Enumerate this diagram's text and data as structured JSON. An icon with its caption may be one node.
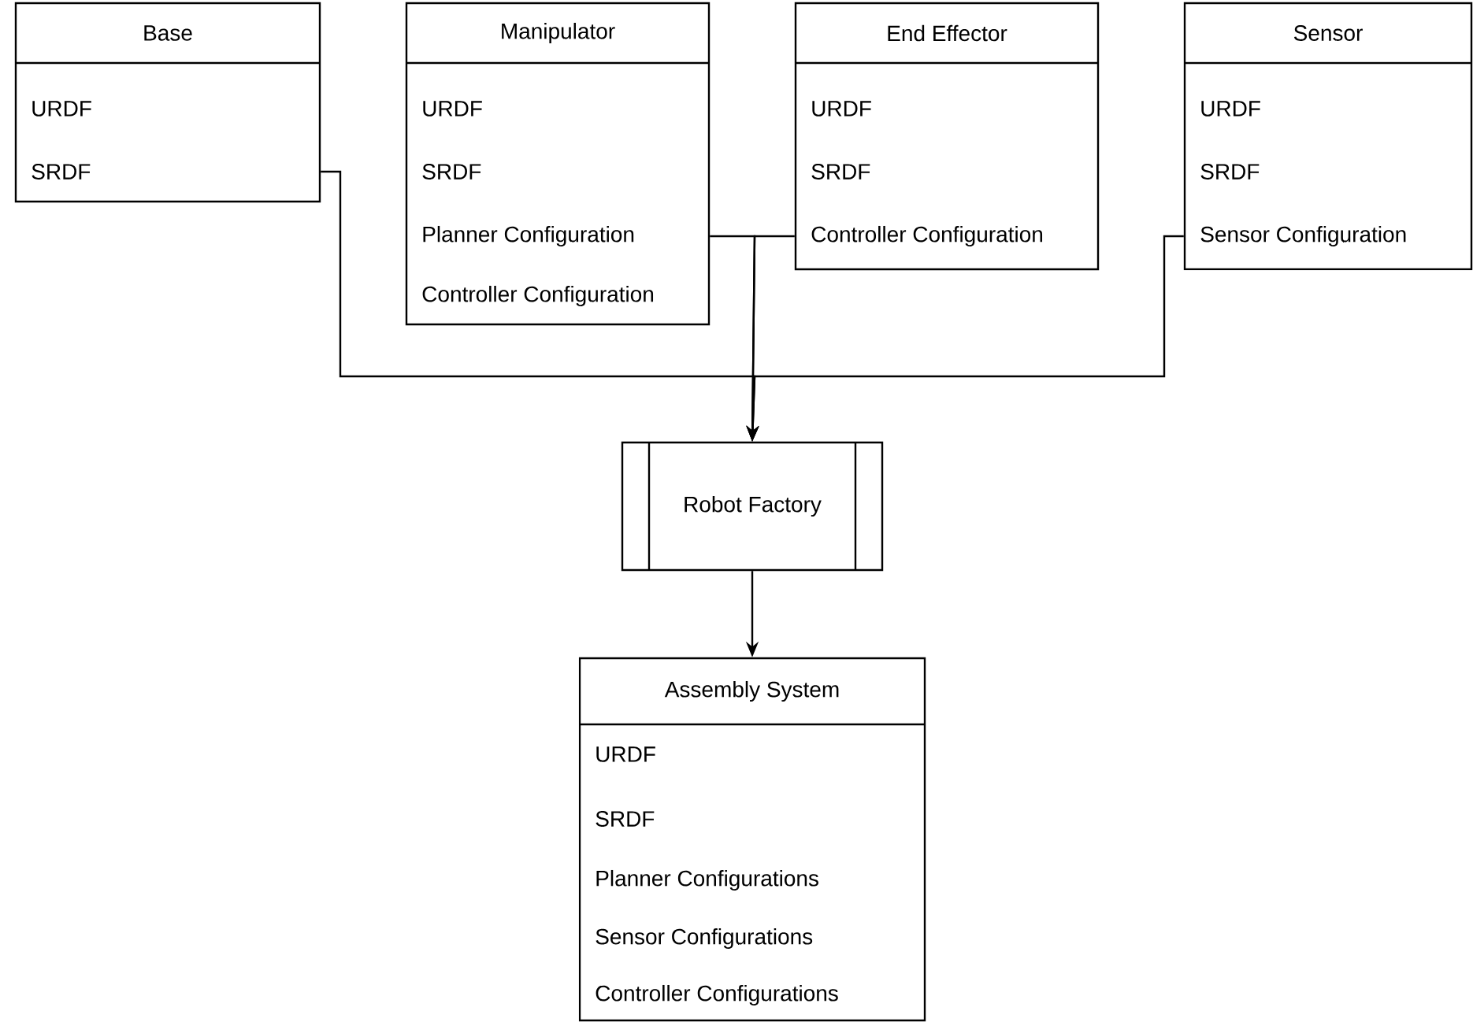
{
  "diagram": {
    "nodes": [
      {
        "text": [
          "Base",
          "URDF",
          "SRDF"
        ]
      },
      {
        "text": [
          "Manipulator",
          "URDF",
          "SRDF",
          "Planner Configuration",
          "Controller Configuration"
        ]
      },
      {
        "text": [
          "End Effector",
          "URDF",
          "SRDF",
          "Controller Configuration"
        ]
      },
      {
        "text": [
          "Sensor",
          "URDF",
          "SRDF",
          "Sensor Configuration"
        ]
      },
      {
        "text": [
          "Robot Factory"
        ]
      },
      {
        "text": [
          "Assembly System",
          "URDF",
          "SRDF",
          "Planner Configurations",
          "Sensor Configurations",
          "Controller Configurations"
        ]
      }
    ],
    "edges": [
      {
        "from": 0,
        "to": 4,
        "arrow": "to"
      },
      {
        "from": 1,
        "to": 4,
        "arrow": "to"
      },
      {
        "from": 2,
        "to": 4,
        "arrow": "to"
      },
      {
        "from": 3,
        "to": 4,
        "arrow": "to"
      },
      {
        "from": 4,
        "to": 5,
        "arrow": "to"
      }
    ]
  }
}
